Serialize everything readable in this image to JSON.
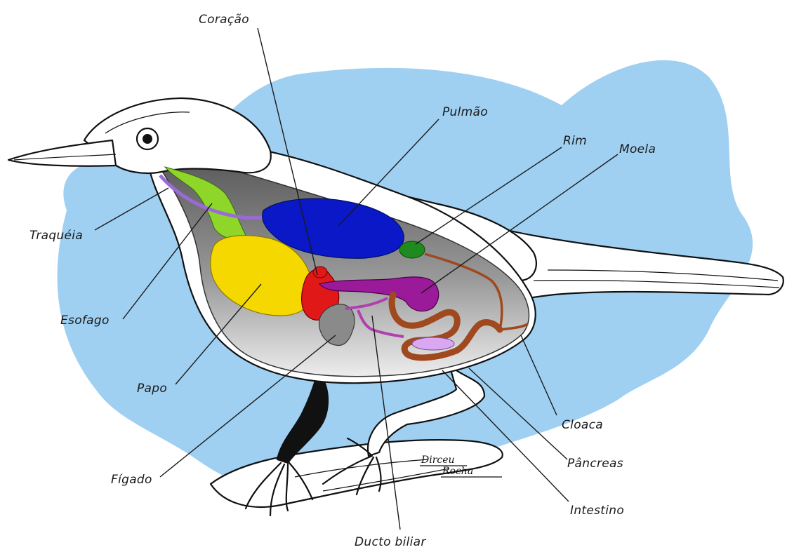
{
  "labels": {
    "coracao": "Coração",
    "pulmao": "Pulmão",
    "rim": "Rim",
    "moela": "Moela",
    "traqueia": "Traquéia",
    "esofago": "Esofago",
    "papo": "Papo",
    "figado": "Fígado",
    "ducto_biliar": "Ducto biliar",
    "intestino": "Intestino",
    "pancreas": "Pâncreas",
    "cloaca": "Cloaca"
  },
  "signature": {
    "line1": "Dirceu",
    "line2": "Rocha"
  },
  "colors": {
    "background_blob": "#9fd0f2",
    "body_cavity": "#8c8c8c",
    "pulmao": "#0a18c8",
    "papo": "#f5d800",
    "coracao": "#e01818",
    "figado": "#8a8a8a",
    "moela": "#9a1a9a",
    "rim": "#1f8a1f",
    "esofago": "#8fd62a",
    "traqueia": "#9a6ad8",
    "intestino": "#a0481e",
    "pancreas": "#d9a8f0",
    "ducto_biliar": "#b040b0"
  }
}
